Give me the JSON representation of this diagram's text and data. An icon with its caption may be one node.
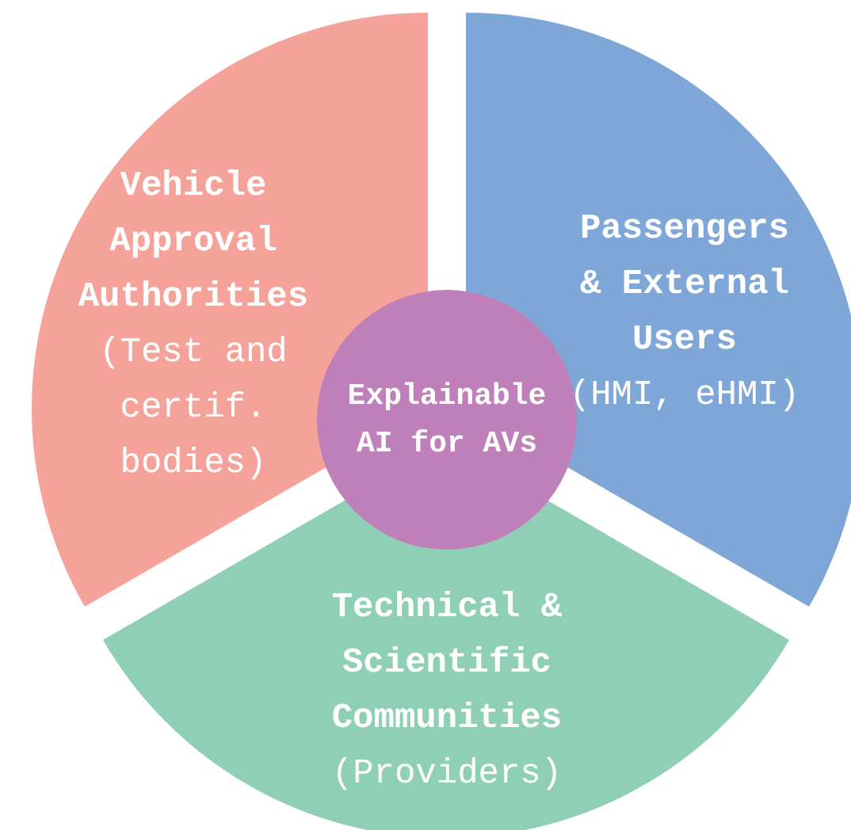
{
  "diagram": {
    "nodes": [
      {
        "text": [
          "Vehicle Approval Authorities",
          "(Test and certif. bodies)"
        ]
      },
      {
        "text": [
          "Passengers & External Users",
          "(HMI, eHMI)"
        ]
      },
      {
        "text": [
          "Explainable AI for AVs"
        ]
      },
      {
        "text": [
          "Technical & Scientific Communities",
          "(Providers)"
        ]
      }
    ]
  }
}
